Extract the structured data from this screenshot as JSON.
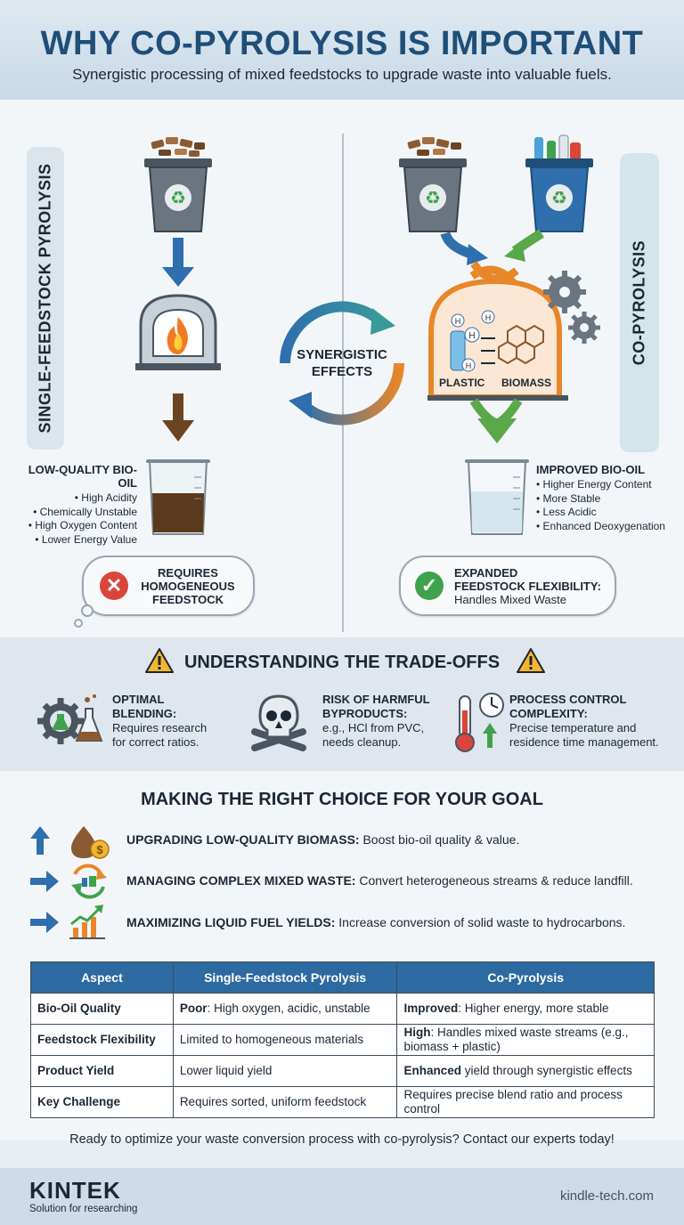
{
  "header": {
    "title": "WHY CO-PYROLYSIS IS IMPORTANT",
    "subtitle": "Synergistic processing of mixed feedstocks to upgrade waste into valuable fuels."
  },
  "left": {
    "label": "SINGLE-FEEDSTOCK PYROLYSIS",
    "result_title": "LOW-QUALITY BIO-OIL",
    "result_items": [
      "High Acidity",
      "Chemically Unstable",
      "High Oxygen Content",
      "Lower Energy Value"
    ],
    "bubble_line1": "REQUIRES",
    "bubble_line2": "HOMOGENEOUS",
    "bubble_line3": "FEEDSTOCK"
  },
  "center": {
    "line1": "SYNERGISTIC",
    "line2": "EFFECTS"
  },
  "right": {
    "label": "CO-PYROLYSIS",
    "reactor_left": "PLASTIC",
    "reactor_right": "BIOMASS",
    "result_title": "IMPROVED BIO-OIL",
    "result_items": [
      "Higher Energy Content",
      "More Stable",
      "Less Acidic",
      "Enhanced Deoxygenation"
    ],
    "bubble_line1": "EXPANDED",
    "bubble_line2": "FEEDSTOCK FLEXIBILITY:",
    "bubble_line3": "Handles Mixed Waste"
  },
  "tradeoffs": {
    "title": "UNDERSTANDING THE TRADE-OFFS",
    "items": [
      {
        "head1": "OPTIMAL",
        "head2": "BLENDING:",
        "desc1": "Requires research",
        "desc2": "for correct ratios.",
        "icon": "gear-flask-icon"
      },
      {
        "head1": "RISK OF HARMFUL",
        "head2": "BYPRODUCTS:",
        "desc1": "e.g., HCl from PVC,",
        "desc2": "needs cleanup.",
        "icon": "skull-icon"
      },
      {
        "head1": "PROCESS CONTROL",
        "head2": "COMPLEXITY:",
        "desc1": "Precise temperature and",
        "desc2": "residence time management.",
        "icon": "thermometer-clock-icon"
      }
    ]
  },
  "goals": {
    "title": "MAKING THE RIGHT CHOICE FOR YOUR GOAL",
    "items": [
      {
        "bold": "UPGRADING LOW-QUALITY BIOMASS:",
        "text": " Boost bio-oil quality & value."
      },
      {
        "bold": "MANAGING COMPLEX MIXED WASTE:",
        "text": " Convert heterogeneous streams & reduce landfill."
      },
      {
        "bold": "MAXIMIZING LIQUID FUEL YIELDS:",
        "text": " Increase conversion of solid waste to hydrocarbons."
      }
    ]
  },
  "table": {
    "headers": [
      "Aspect",
      "Single-Feedstock Pyrolysis",
      "Co-Pyrolysis"
    ],
    "rows": [
      {
        "aspect": "Bio-Oil Quality",
        "single_bold": "Poor",
        "single": ": High oxygen, acidic, unstable",
        "co_bold": "Improved",
        "co": ": Higher energy, more stable"
      },
      {
        "aspect": "Feedstock Flexibility",
        "single_bold": "",
        "single": "Limited to homogeneous materials",
        "co_bold": "High",
        "co": ": Handles mixed waste streams (e.g., biomass + plastic)"
      },
      {
        "aspect": "Product Yield",
        "single_bold": "",
        "single": "Lower liquid yield",
        "co_bold": "Enhanced",
        "co": " yield through synergistic effects"
      },
      {
        "aspect": "Key Challenge",
        "single_bold": "",
        "single": "Requires sorted, uniform feedstock",
        "co_bold": "",
        "co": "Requires precise blend ratio and process control"
      }
    ]
  },
  "cta": "Ready to optimize your waste conversion process with co-pyrolysis? Contact our experts today!",
  "footer": {
    "logo": "KINTEK",
    "tagline": "Solution for researching",
    "site": "kindle-tech.com"
  },
  "colors": {
    "primary": "#2c6aa1",
    "title": "#1f4f79",
    "red": "#d9453b",
    "green": "#3fa34d",
    "orange": "#e8872a"
  }
}
